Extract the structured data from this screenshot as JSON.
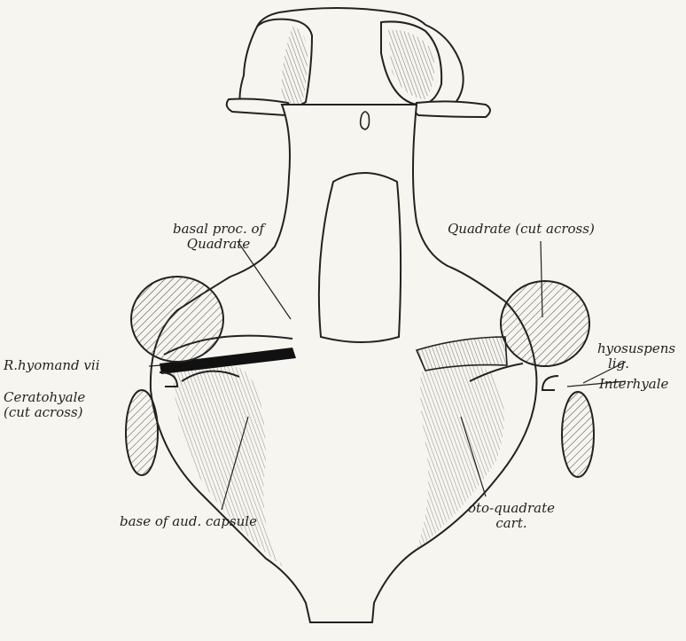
{
  "labels": {
    "basal_proc_line1": "basal proc. of",
    "basal_proc_line2": "Quadrate",
    "quadrate_cut": "Quadrate (cut across)",
    "r_hyomand": "R.hyomand vii",
    "ceratohyale_line1": "Ceratohyale",
    "ceratohyale_line2": "(cut across)",
    "hyosuspens_line1": "hyosuspens",
    "hyosuspens_line2": "lig.",
    "interhyale": "Interhyale",
    "oto_quadrate_line1": "oto-quadrate",
    "oto_quadrate_line2": "cart.",
    "base_aud_capsule": "base of aud. capsule"
  },
  "colors": {
    "background": "#f6f5ef",
    "ink": "#222222"
  }
}
